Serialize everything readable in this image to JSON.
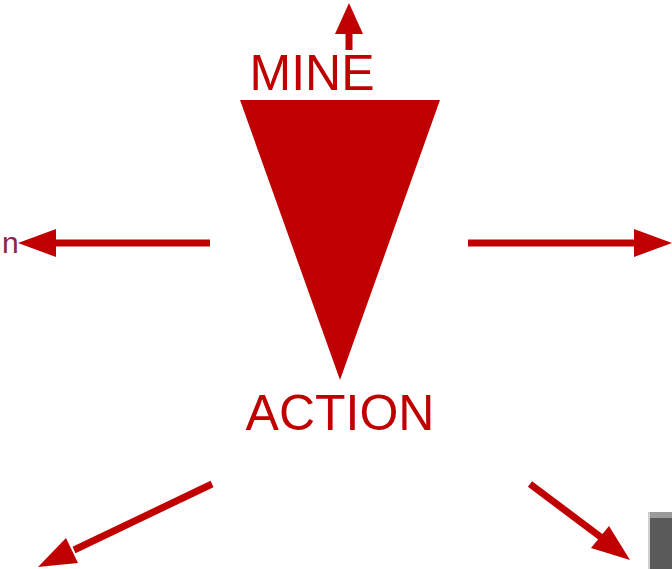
{
  "diagram": {
    "nodes": [
      {
        "text": [
          "MINE",
          "ACTION"
        ]
      }
    ],
    "labels": [
      "n"
    ]
  }
}
